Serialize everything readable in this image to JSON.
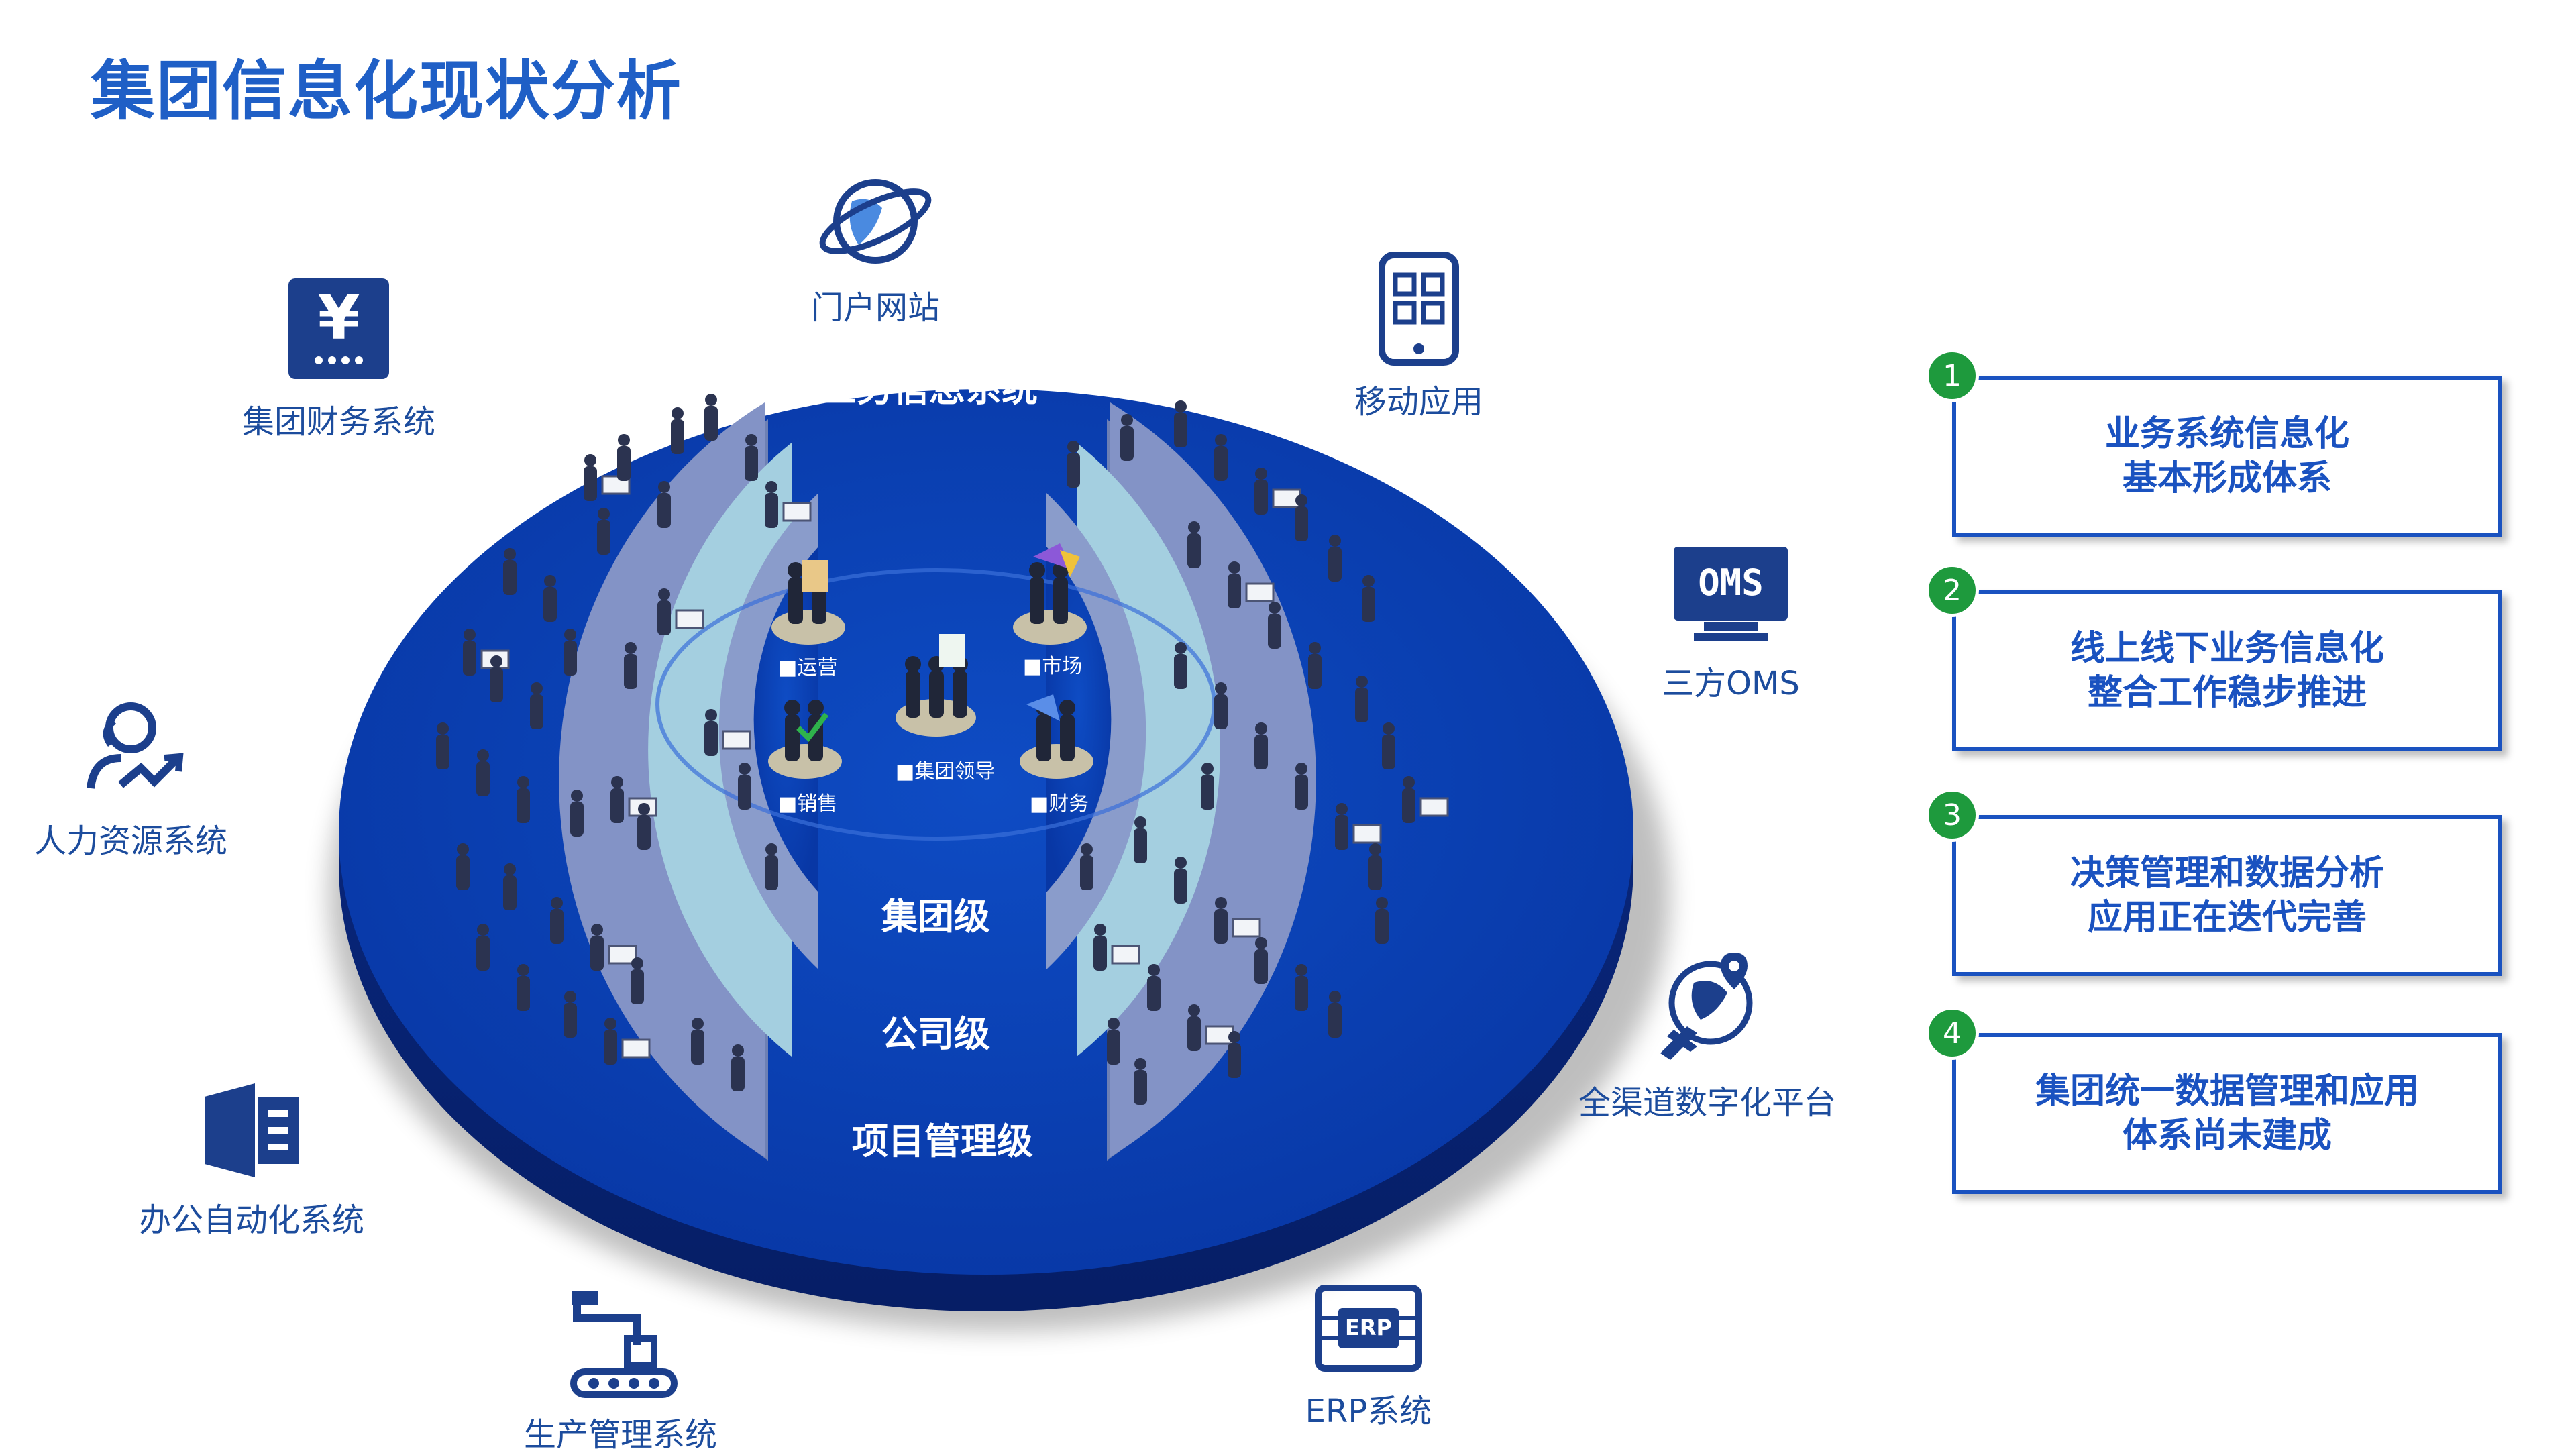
{
  "page": {
    "title": "集团信息化现状分析"
  },
  "diagram": {
    "center_label": "业务信息系统",
    "levels": [
      "集团级",
      "公司级",
      "项目管理级"
    ],
    "roles": {
      "ops": "■运营",
      "market": "■市场",
      "leader": "■集团领导",
      "sales": "■销售",
      "finance": "■财务"
    },
    "systems": {
      "portal": {
        "label": "门户网站",
        "icon": "globe-icon"
      },
      "mobile": {
        "label": "移动应用",
        "icon": "mobile-phone-icon"
      },
      "finance": {
        "label": "集团财务系统",
        "icon": "yen-icon"
      },
      "oms": {
        "label": "三方OMS",
        "icon": "monitor-oms-icon",
        "icon_text": "OMS"
      },
      "hr": {
        "label": "人力资源系统",
        "icon": "people-icon"
      },
      "digital": {
        "label": "全渠道数字化平台",
        "icon": "globe-plane-icon"
      },
      "office": {
        "label": "办公自动化系统",
        "icon": "office-icon"
      },
      "production": {
        "label": "生产管理系统",
        "icon": "robot-arm-icon"
      },
      "erp": {
        "label": "ERP系统",
        "icon": "erp-chip-icon",
        "icon_text": "ERP"
      }
    }
  },
  "points": [
    {
      "num": "1",
      "text": "业务系统信息化\n基本形成体系"
    },
    {
      "num": "2",
      "text": "线上线下业务信息化\n整合工作稳步推进"
    },
    {
      "num": "3",
      "text": "决策管理和数据分析\n应用正在迭代完善"
    },
    {
      "num": "4",
      "text": "集团统一数据管理和应用\n体系尚未建成"
    }
  ],
  "colors": {
    "title": "#1f5fc6",
    "disk": "#0b3fb4",
    "ring_outer": "#7f93c4",
    "ring_mid": "#a8cde0",
    "ring_inner": "#8799c8",
    "icon": "#1c3f8c",
    "badge": "#1e9a3d"
  }
}
